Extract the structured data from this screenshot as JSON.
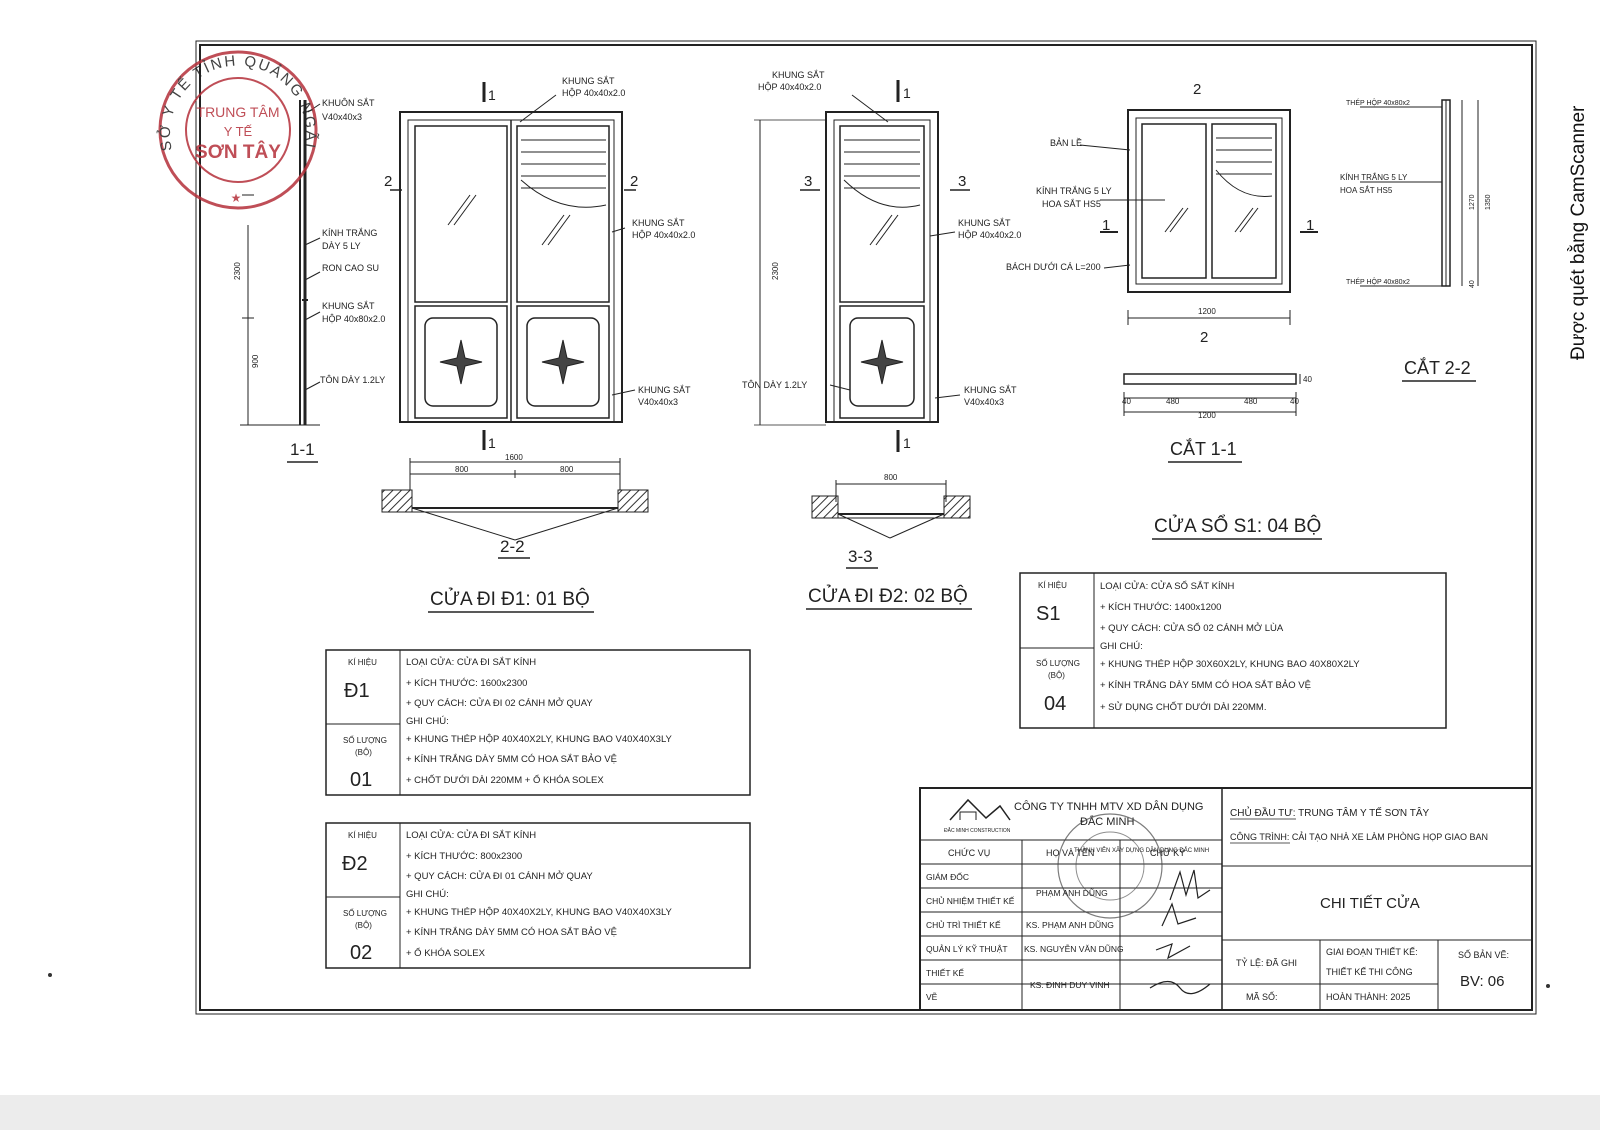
{
  "scanner_watermark": "Được quét bằng CamScanner",
  "stamp": {
    "ring_text": "SỞ Y TẾ TỈNH QUẢNG NGÃI",
    "center_line1": "TRUNG TÂM",
    "center_line2": "Y TẾ",
    "center_line3": "SƠN TÂY"
  },
  "section_1_1": {
    "labels": [
      "KHUÔN SẮT",
      "V40x40x3",
      "KÍNH TRẮNG",
      "DÀY 5 LY",
      "RON CAO SU",
      "KHUNG SẮT",
      "HỘP 40x80x2.0",
      "TÔN DÀY 1.2LY"
    ],
    "dims": [
      "2300",
      "900"
    ],
    "caption": "1-1"
  },
  "door_d1": {
    "callouts": [
      "KHUNG SẮT",
      "HỘP 40x40x2.0",
      "KHUNG SẮT",
      "HỘP 40x40x2.0",
      "KHUNG SẮT",
      "V40x40x3"
    ],
    "section_marks": [
      "1",
      "1",
      "2",
      "2"
    ],
    "plan_dims": [
      "1600",
      "800",
      "800"
    ],
    "plan_caption": "2-2",
    "title": "CỬA ĐI Đ1: 01 BỘ"
  },
  "door_d2": {
    "callouts": [
      "KHUNG SẮT",
      "HỘP 40x40x2.0",
      "KHUNG SẮT",
      "HỘP 40x40x2.0",
      "TÔN DÀY 1.2LY",
      "KHUNG SẮT",
      "V40x40x3"
    ],
    "section_marks": [
      "1",
      "1",
      "3",
      "3"
    ],
    "dims": [
      "2300"
    ],
    "plan_dims": [
      "800"
    ],
    "plan_caption": "3-3",
    "title": "CỬA ĐI Đ2: 02 BỘ"
  },
  "window_s1": {
    "callouts": [
      "BẢN LỀ",
      "KÍNH TRẮNG 5 LY",
      "HOA SẮT HS5",
      "BÁCH DƯỚI CÁ L=200"
    ],
    "section_marks": [
      "2",
      "2",
      "1",
      "1"
    ],
    "width_dim": "1200",
    "section_1_1_dims": [
      "40",
      "480",
      "480",
      "40",
      "1200",
      "40"
    ],
    "section_1_1_caption": "CẮT 1-1",
    "section_2_2_labels": [
      "THÉP HỘP 40x80x2",
      "KÍNH TRẮNG 5 LY",
      "HOA SẮT HS5",
      "THÉP HỘP 40x80x2"
    ],
    "section_2_2_dims": [
      "1270",
      "1350",
      "40"
    ],
    "section_2_2_caption": "CẮT 2-2",
    "title": "CỬA SỔ S1: 04 BỘ"
  },
  "spec_tables": [
    {
      "symbol_label": "KÍ HIỆU",
      "symbol": "Đ1",
      "qty_label": "SỐ LƯỢNG",
      "qty_unit": "(BỘ)",
      "qty": "01",
      "lines": [
        "LOẠI CỬA: CỬA ĐI SẮT KÍNH",
        "+ KÍCH THƯỚC: 1600x2300",
        "+ QUY CÁCH: CỬA ĐI 02 CÁNH MỞ QUAY",
        "GHI CHÚ:",
        "+ KHUNG THÉP HỘP 40X40X2LY, KHUNG BAO V40X40X3LY",
        "+ KÍNH TRẮNG DÀY 5MM CÓ HOA SẮT BẢO VỆ",
        "+ CHỐT DƯỚI DÀI 220MM + Ổ KHÓA SOLEX"
      ]
    },
    {
      "symbol_label": "KÍ HIỆU",
      "symbol": "Đ2",
      "qty_label": "SỐ LƯỢNG",
      "qty_unit": "(BỘ)",
      "qty": "02",
      "lines": [
        "LOẠI CỬA: CỬA ĐI SẮT KÍNH",
        "+ KÍCH THƯỚC: 800x2300",
        "+ QUY CÁCH: CỬA ĐI 01 CÁNH MỞ QUAY",
        "GHI CHÚ:",
        "+ KHUNG THÉP HỘP 40X40X2LY, KHUNG BAO V40X40X3LY",
        "+ KÍNH TRẮNG DÀY 5MM CÓ HOA SẮT BẢO VỆ",
        "+ Ổ KHÓA SOLEX"
      ]
    },
    {
      "symbol_label": "KÍ HIỆU",
      "symbol": "S1",
      "qty_label": "SỐ LƯỢNG",
      "qty_unit": "(BỘ)",
      "qty": "04",
      "lines": [
        "LOẠI CỬA: CỬA SỔ SẮT KÍNH",
        "+ KÍCH THƯỚC: 1400x1200",
        "+ QUY CÁCH: CỬA SỔ 02 CÁNH MỞ LÙA",
        "GHI CHÚ:",
        "+ KHUNG THÉP HỘP 30X60X2LY, KHUNG BAO 40X80X2LY",
        "+ KÍNH TRẮNG DÀY 5MM CÓ HOA SẮT BẢO VỆ",
        "+ SỬ DỤNG CHỐT DƯỚI DÀI 220MM."
      ]
    }
  ],
  "title_block": {
    "company": "CÔNG TY TNHH MTV XD DÂN DỤNG",
    "company_line2": "ĐẮC MINH",
    "logo_text": "ĐẮC MINH CONSTRUCTION",
    "company_stamp": "THÀNH VIÊN XÂY DỰNG DÂN DỤNG ĐẮC MINH",
    "headers": [
      "CHỨC VỤ",
      "HỌ VÀ TÊN",
      "CHỮ KÝ"
    ],
    "rows": [
      {
        "role": "GIÁM ĐỐC",
        "name": ""
      },
      {
        "role": "CHỦ NHIỆM THIẾT KẾ",
        "name": "PHẠM ANH DŨNG"
      },
      {
        "role": "CHỦ TRÌ THIẾT KẾ",
        "name": "KS. PHẠM ANH DŨNG"
      },
      {
        "role": "QUẢN LÝ KỸ THUẬT",
        "name": "KS. NGUYỄN VĂN DŨNG"
      },
      {
        "role": "THIẾT KẾ",
        "name": "KS. ĐINH DUY VINH"
      },
      {
        "role": "VẼ",
        "name": ""
      }
    ],
    "owner": "CHỦ ĐẦU TƯ: TRUNG TÂM Y TẾ SƠN TÂY",
    "project": "CÔNG TRÌNH: CẢI TẠO NHÀ XE LÀM PHÒNG HỌP GIAO BAN",
    "drawing_title": "CHI TIẾT CỬA",
    "scale": "TỶ LỆ: ĐÃ GHI",
    "code": "MÃ SỐ:",
    "phase_label": "GIAI ĐOẠN THIẾT KẾ:",
    "phase": "THIẾT KẾ THI CÔNG",
    "completed": "HOÀN THÀNH: 2025",
    "sheet_no_label": "SỐ BẢN VẼ:",
    "sheet_no": "BV: 06"
  },
  "colors": {
    "ink": "#222222",
    "stamp_red": "#b5303a",
    "paper": "#ffffff",
    "panel": "#8a8a8a"
  }
}
